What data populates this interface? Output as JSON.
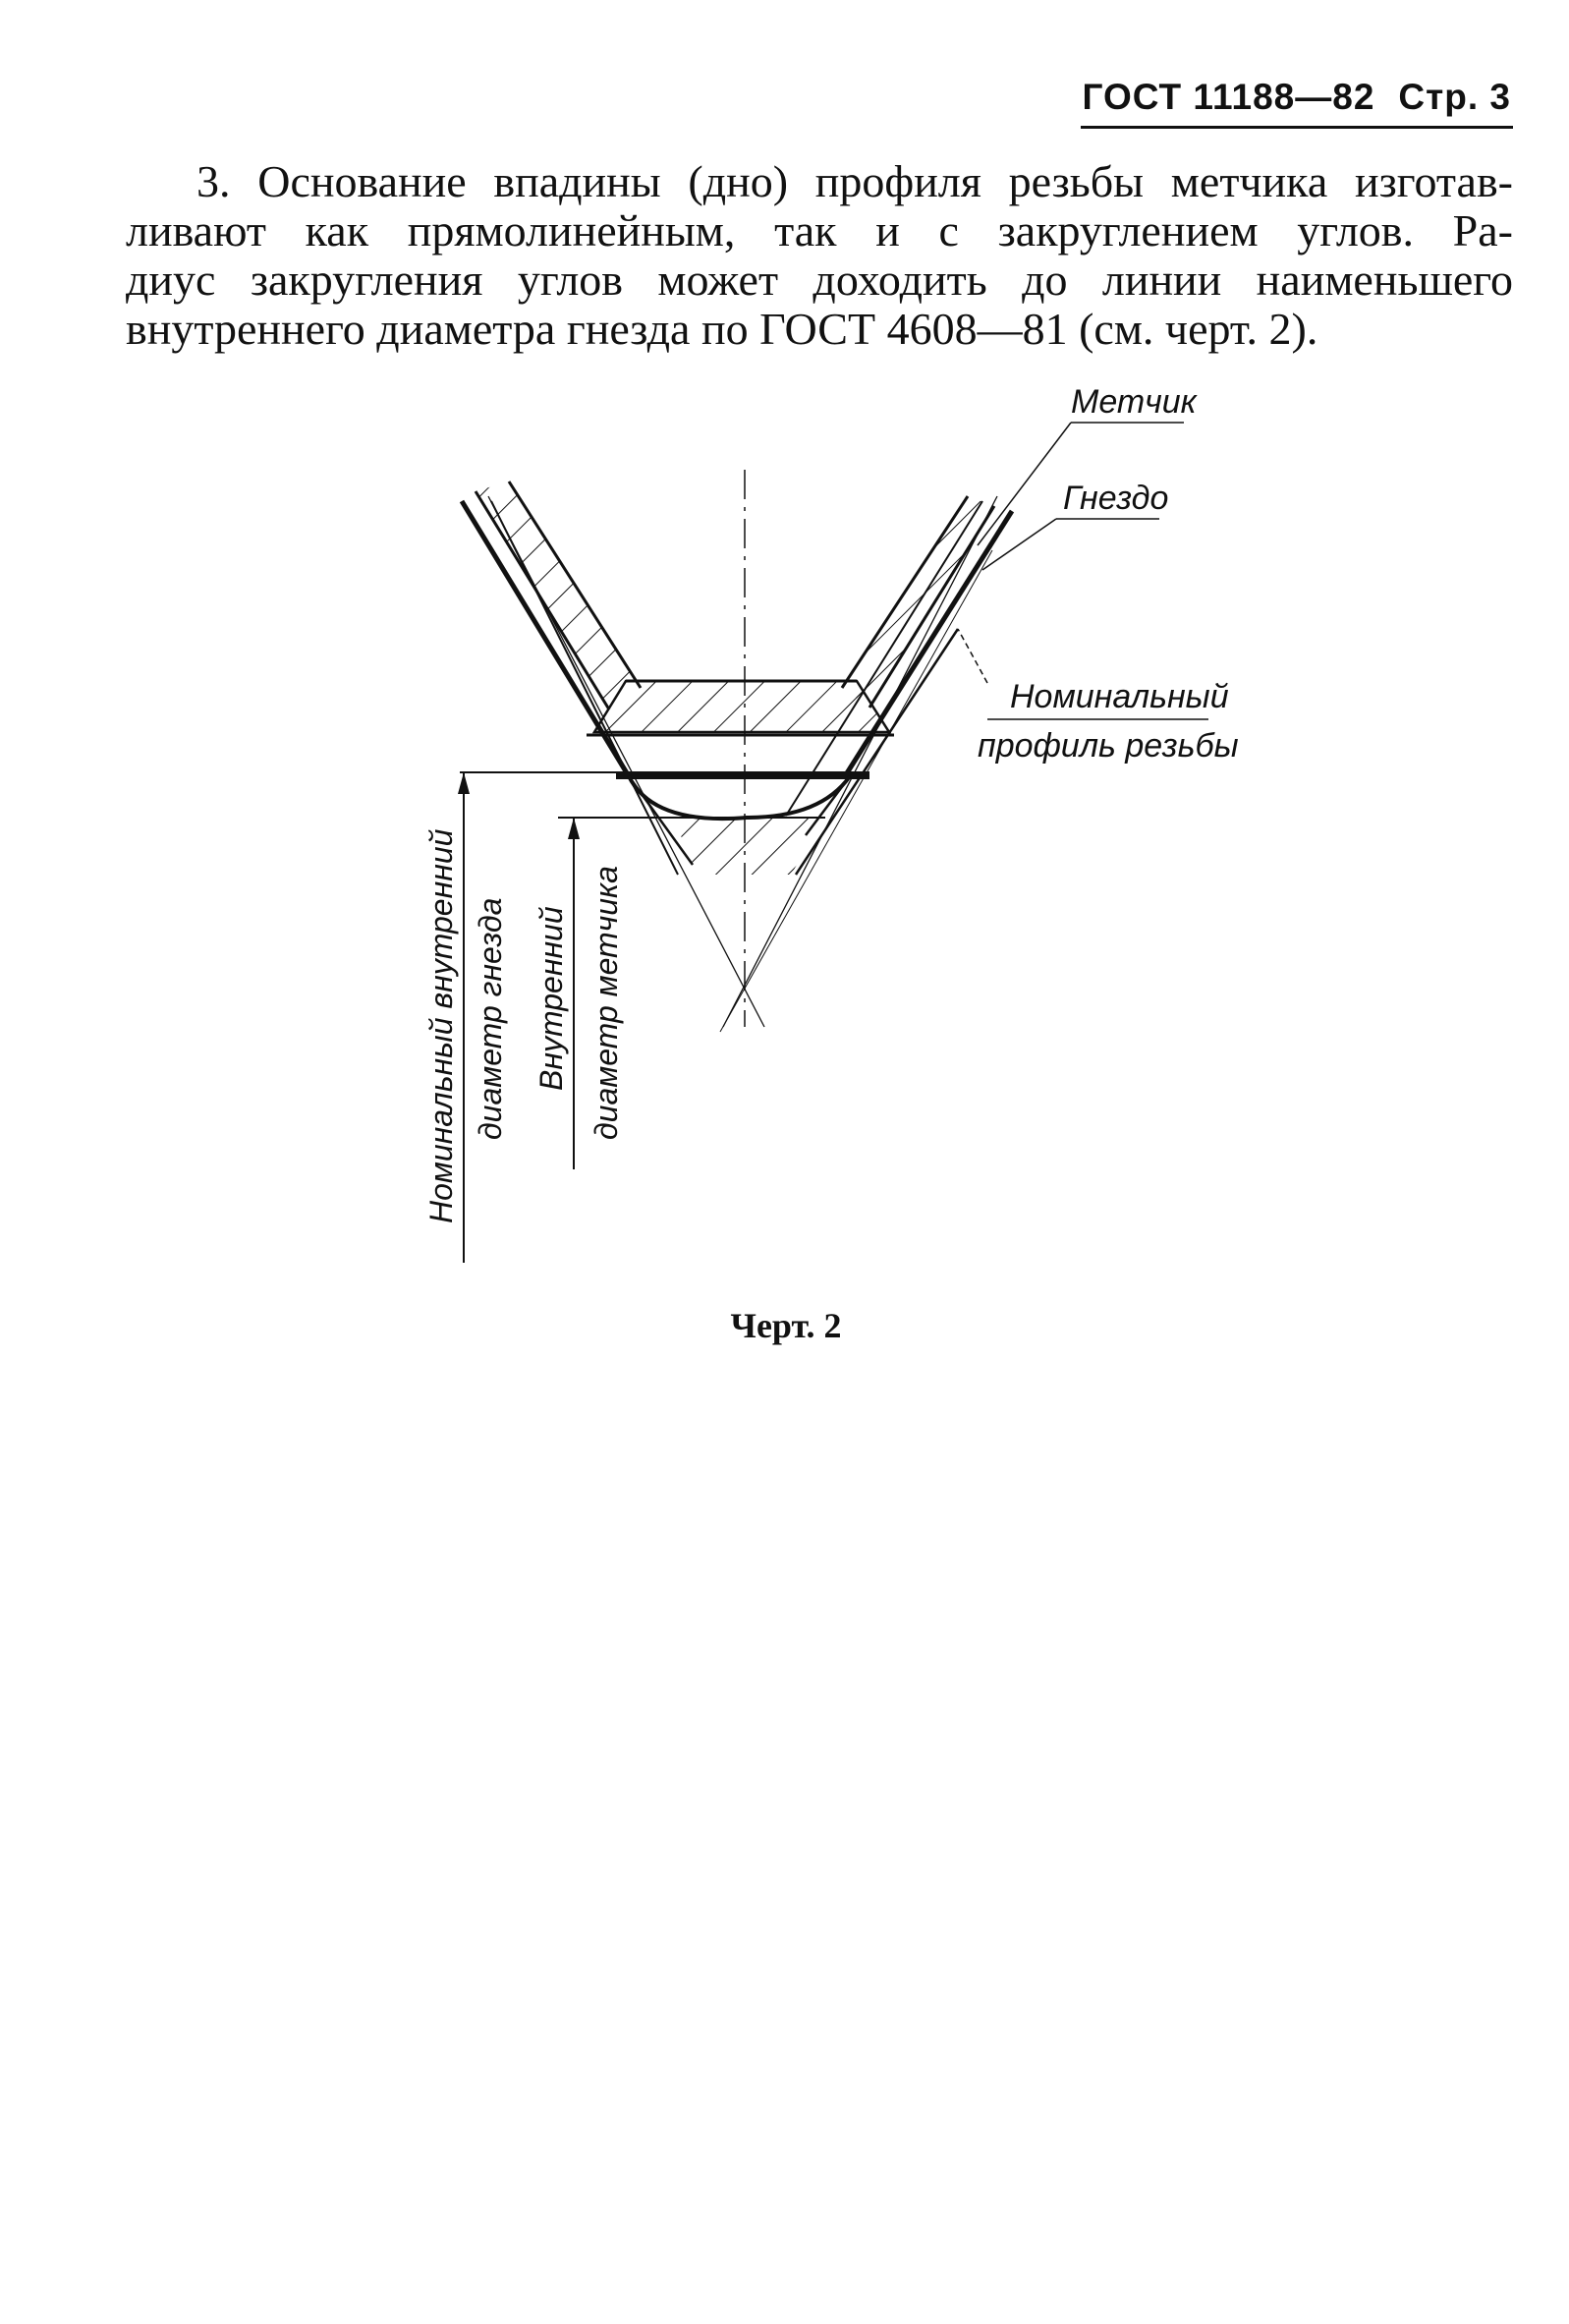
{
  "header": {
    "standard": "ГОСТ 11188—82",
    "page": "Стр. 3"
  },
  "paragraph": {
    "lines": [
      "3. Основание впадины (дно) профиля резьбы метчика изготав-",
      "ливают как прямолинейным,  так и с закруглением углов. Ра-",
      "диус закругления углов может доходить до линии наименьшего",
      "внутреннего диаметра гнезда по ГОСТ 4608—81 (см. черт. 2)."
    ]
  },
  "drawing": {
    "labels": {
      "tap": "Метчик",
      "socket": "Гнездо",
      "nominal_profile_line1": "Номинальный",
      "nominal_profile_line2": "профиль резьбы",
      "nominal_inner_line1": "Номинальный внутренний",
      "nominal_inner_line2": "диаметр гнезда",
      "tap_inner_line1": "Внутренний",
      "tap_inner_line2": "диаметр метчика"
    }
  },
  "caption": "Черт. 2"
}
